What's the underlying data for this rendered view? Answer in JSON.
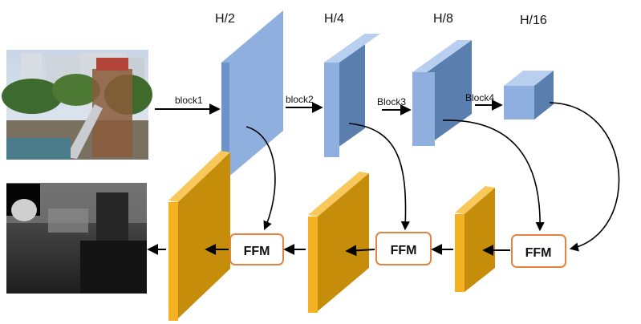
{
  "scale_labels": [
    "H/2",
    "H/4",
    "H/8",
    "H/16"
  ],
  "block_labels": [
    "block1",
    "block2",
    "Block3",
    "Block4"
  ],
  "ffm_label": "FFM",
  "images": {
    "input": "rgb-playground-photo",
    "output": "depth-map"
  },
  "colors": {
    "encoder_front": "#8fb0de",
    "encoder_side": "#5a7fae",
    "encoder_top": "#b9cff0",
    "decoder_front": "#f4b223",
    "decoder_side": "#c58d0a",
    "decoder_top": "#f8c95a",
    "ffm_border": "#e3843f",
    "arrow": "#000000"
  }
}
